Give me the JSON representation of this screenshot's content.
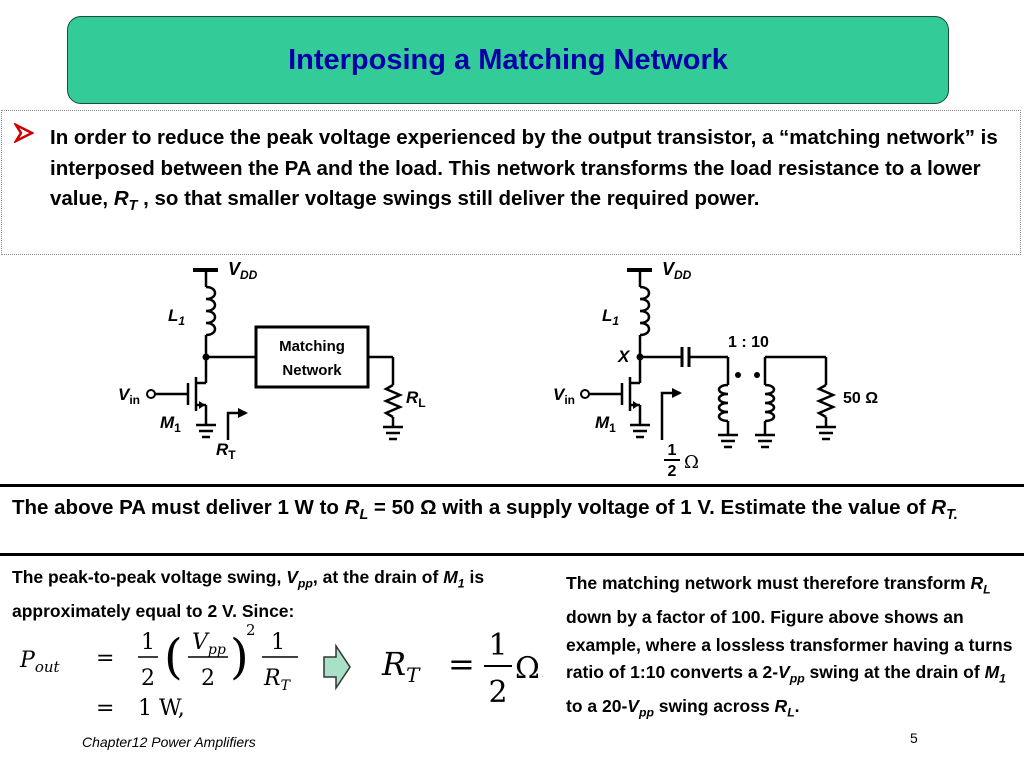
{
  "title": "Interposing a Matching Network",
  "bullet": {
    "text_before": "In order to reduce the peak voltage experienced by the output transistor, a “matching network” is interposed between the PA and the load. This network transforms the load resistance to a lower value, ",
    "var": "R",
    "var_sub": "T",
    "text_after": " , so that smaller voltage swings still deliver the required power."
  },
  "circuit_left": {
    "vdd": "V",
    "vdd_sub": "DD",
    "inductor": "L",
    "inductor_sub": "1",
    "box_line1": "Matching",
    "box_line2": "Network",
    "vin": "V",
    "vin_sub": "in",
    "transistor": "M",
    "transistor_sub": "1",
    "rl": "R",
    "rl_sub": "L",
    "rt": "R",
    "rt_sub": "T"
  },
  "circuit_right": {
    "vdd": "V",
    "vdd_sub": "DD",
    "inductor": "L",
    "inductor_sub": "1",
    "node": "X",
    "ratio": "1 : 10",
    "vin": "V",
    "vin_sub": "in",
    "transistor": "M",
    "transistor_sub": "1",
    "load": "50 Ω",
    "half_num": "1",
    "half_den": "2",
    "half_unit": "Ω"
  },
  "question": {
    "part1": "The above PA must deliver 1 W to ",
    "rl": "R",
    "rl_sub": "L",
    "part2": " = 50 Ω with a supply voltage of 1 V. Estimate the value of ",
    "rt": "R",
    "rt_sub": "T."
  },
  "solution_left": {
    "part1": "The peak-to-peak voltage swing, ",
    "vpp": "V",
    "vpp_sub": "pp",
    "part2": ", at the drain of ",
    "m": "M",
    "m_sub": "1",
    "part3": " is approximately equal to 2 V. Since:"
  },
  "equation": {
    "lhs": "P",
    "lhs_sub": "out",
    "eq1": "=",
    "frac_num": "1",
    "frac_den": "2",
    "vpp": "V",
    "vpp_sub": "pp",
    "vpp_den": "2",
    "exp": "2",
    "r_num": "1",
    "r_den": "R",
    "r_den_sub": "T",
    "eq2": "=",
    "result": "1 W,"
  },
  "result_eq": {
    "lhs": "R",
    "lhs_sub": "T",
    "eq": "=",
    "num": "1",
    "den": "2",
    "unit": "Ω."
  },
  "solution_right": {
    "part1": "The matching network must therefore transform ",
    "rl": "R",
    "rl_sub": "L",
    "part2": " down by a factor of 100. Figure above shows an example, where a lossless transformer having a turns ratio of 1:10 converts a 2-",
    "vpp1": "V",
    "vpp1_sub": "pp",
    "part3": " swing at the drain of ",
    "m": "M",
    "m_sub": "1",
    "part4": " to a 20-",
    "vpp2": "V",
    "vpp2_sub": "pp",
    "part5": " swing across ",
    "rl2": "R",
    "rl2_sub": "L",
    "part6": "."
  },
  "footer": "Chapter12 Power Amplifiers",
  "page_number": "5",
  "colors": {
    "title_bg": "#33cc99",
    "title_text": "#0000a8",
    "bullet_arrow": "#cc0000",
    "arrow_fill": "#a8e0c8"
  }
}
